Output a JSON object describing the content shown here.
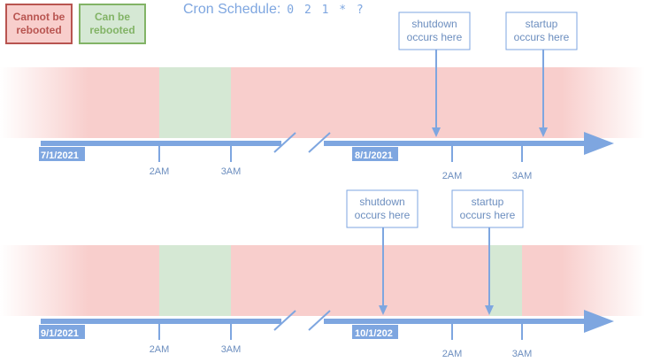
{
  "colors": {
    "cannot_fill": "#f8cecc",
    "cannot_border": "#b85450",
    "can_fill": "#d5e8d4",
    "can_border": "#82b366",
    "accent": "#7ea6e0",
    "title_text": "#7ea6e0",
    "annotation_text": "#6c8ebf",
    "white": "#ffffff"
  },
  "legend": {
    "cannot": "Cannot be\nrebooted",
    "can": "Can be\nrebooted"
  },
  "title": {
    "label": "Cron Schedule:",
    "expression": "0 2 1 * ?"
  },
  "timelines": [
    {
      "start_date": "7/1/2021",
      "second_date": "8/1/2021",
      "first_ticks": [
        "2AM",
        "3AM"
      ],
      "second_ticks": [
        "2AM",
        "3AM"
      ],
      "reboot_window_after_startup": false,
      "annotations": [
        {
          "lines": [
            "shutdown",
            "occurs here"
          ]
        },
        {
          "lines": [
            "startup",
            "occurs here"
          ]
        }
      ]
    },
    {
      "start_date": "9/1/2021",
      "second_date": "10/1/202",
      "first_ticks": [
        "2AM",
        "3AM"
      ],
      "second_ticks": [
        "2AM",
        "3AM"
      ],
      "reboot_window_after_startup": true,
      "annotations": [
        {
          "lines": [
            "shutdown",
            "occurs here"
          ]
        },
        {
          "lines": [
            "startup",
            "occurs here"
          ]
        }
      ]
    }
  ]
}
